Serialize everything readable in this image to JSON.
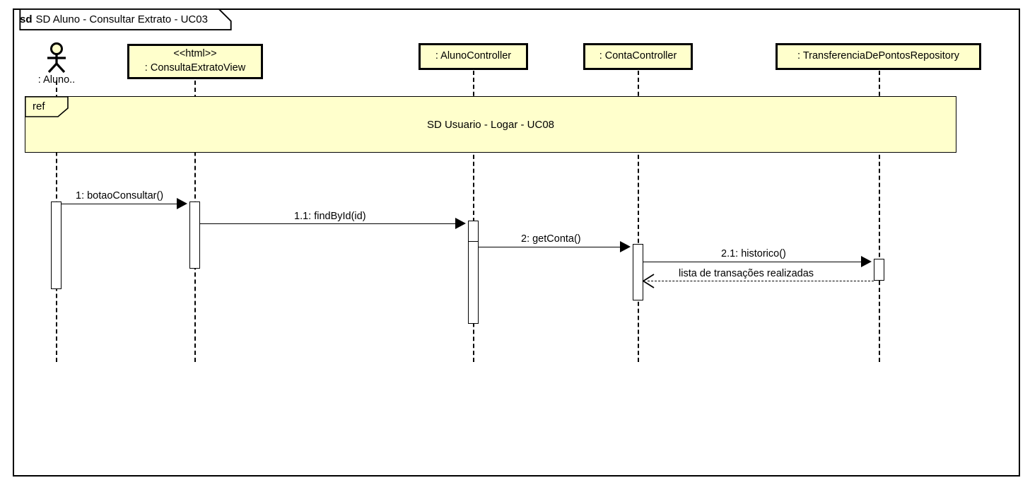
{
  "frame": {
    "keyword": "sd",
    "title": "SD Aluno - Consultar Extrato - UC03"
  },
  "lifelines": [
    {
      "id": "aluno",
      "type": "actor",
      "label": ": Aluno.."
    },
    {
      "id": "view",
      "type": "object",
      "stereotype": "<<html>>",
      "label": ": ConsultaExtratoView"
    },
    {
      "id": "alunoController",
      "type": "object",
      "label": ": AlunoController"
    },
    {
      "id": "contaController",
      "type": "object",
      "label": ": ContaController"
    },
    {
      "id": "repository",
      "type": "object",
      "label": ": TransferenciaDePontosRepository"
    }
  ],
  "fragments": [
    {
      "id": "ref1",
      "operator": "ref",
      "text": "SD Usuario - Logar - UC08"
    }
  ],
  "messages": [
    {
      "seq": "1",
      "label": "1: botaoConsultar()",
      "from": "aluno",
      "to": "view",
      "kind": "sync"
    },
    {
      "seq": "1.1",
      "label": "1.1: findById(id)",
      "from": "view",
      "to": "alunoController",
      "kind": "sync"
    },
    {
      "seq": "2",
      "label": "2: getConta()",
      "from": "alunoController",
      "to": "contaController",
      "kind": "sync"
    },
    {
      "seq": "2.1",
      "label": "2.1: historico()",
      "from": "contaController",
      "to": "repository",
      "kind": "sync"
    },
    {
      "seq": "r1",
      "label": "lista de transações realizadas",
      "from": "repository",
      "to": "contaController",
      "kind": "return"
    }
  ],
  "colors": {
    "box_fill": "#ffffcc",
    "fragment_fill": "#ffffcc",
    "line": "#000000",
    "canvas": "#ffffff"
  }
}
